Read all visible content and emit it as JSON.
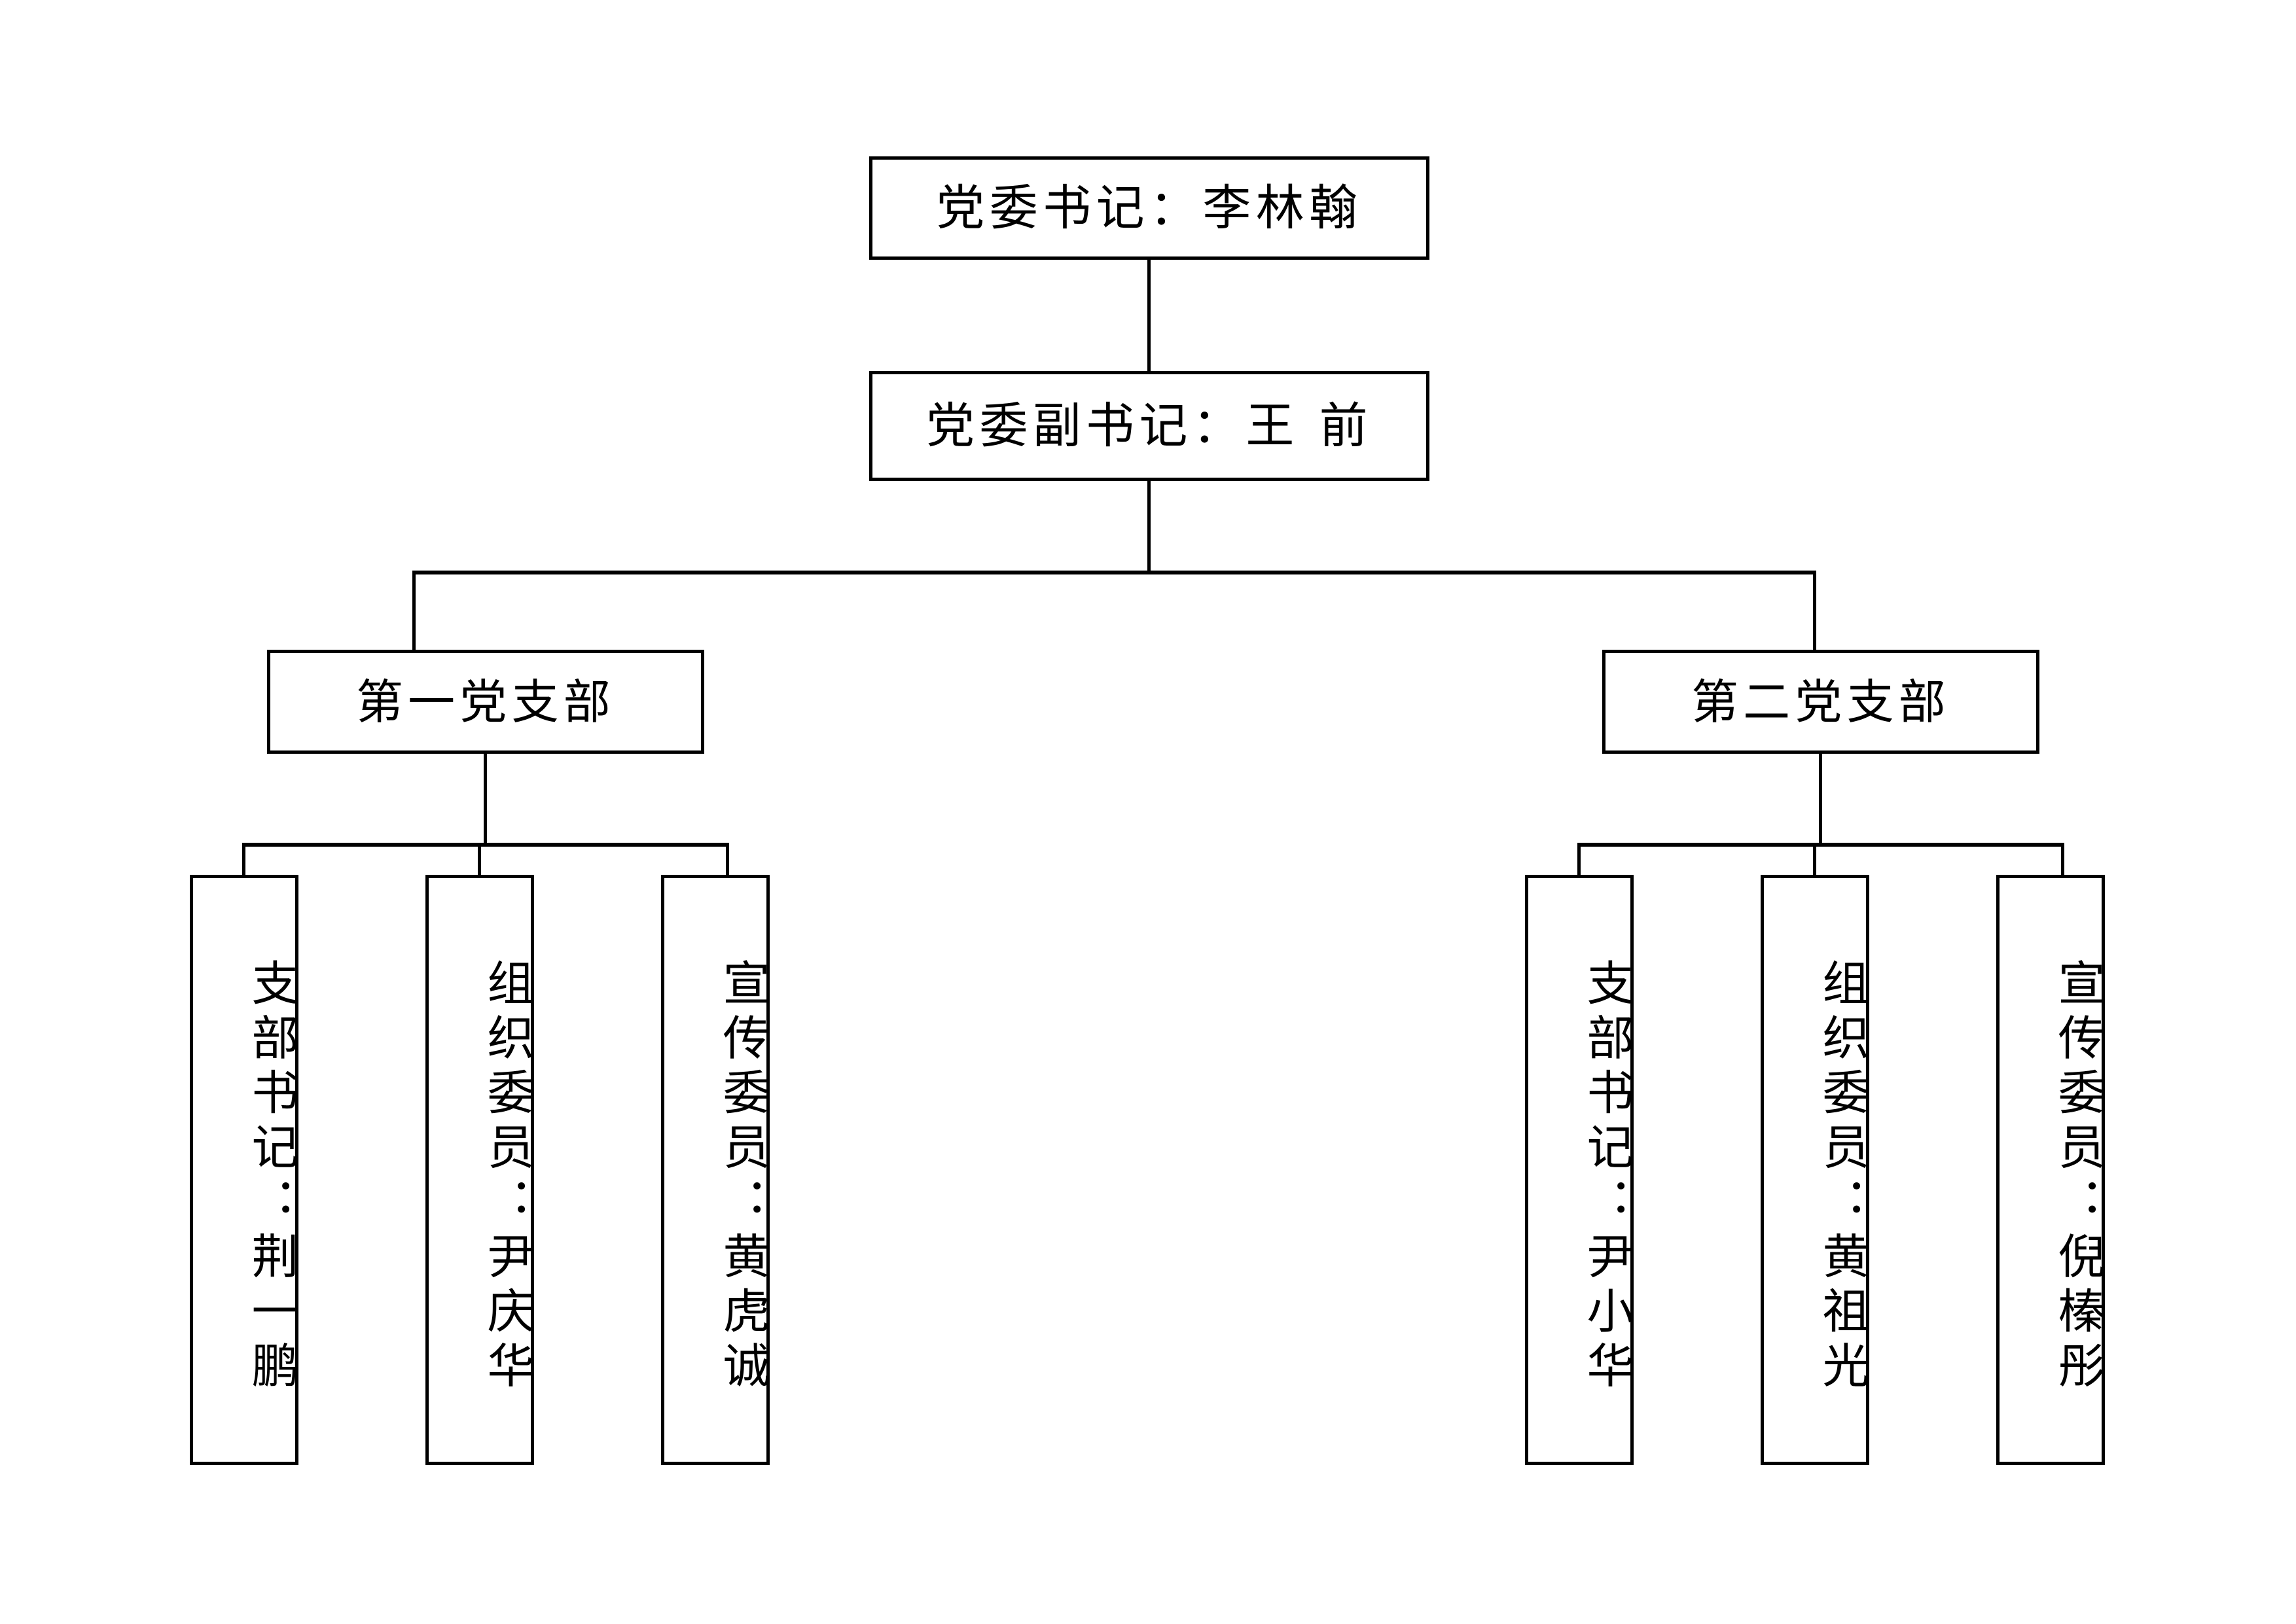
{
  "chart_data": {
    "type": "diagram",
    "title": "党组织机构图",
    "orientation": "top-down",
    "nodes": [
      {
        "id": "n1",
        "level": 1,
        "label": "党委书记：李林翰",
        "role": "党委书记",
        "name": "李林翰",
        "text_direction": "horizontal"
      },
      {
        "id": "n2",
        "level": 2,
        "label": "党委副书记：王 前",
        "role": "党委副书记",
        "name": "王 前",
        "text_direction": "horizontal"
      },
      {
        "id": "n3",
        "level": 3,
        "label": "第一党支部",
        "text_direction": "horizontal"
      },
      {
        "id": "n4",
        "level": 3,
        "label": "第二党支部",
        "text_direction": "horizontal"
      },
      {
        "id": "n5",
        "level": 4,
        "label": "支部书记：荆一鹏",
        "role": "支部书记",
        "name": "荆一鹏",
        "text_direction": "vertical"
      },
      {
        "id": "n6",
        "level": 4,
        "label": "组织委员：尹庆华",
        "role": "组织委员",
        "name": "尹庆华",
        "text_direction": "vertical"
      },
      {
        "id": "n7",
        "level": 4,
        "label": "宣传委员：黄虎诚",
        "role": "宣传委员",
        "name": "黄虎诚",
        "text_direction": "vertical"
      },
      {
        "id": "n8",
        "level": 4,
        "label": "支部书记：尹小华",
        "role": "支部书记",
        "name": "尹小华",
        "text_direction": "vertical"
      },
      {
        "id": "n9",
        "level": 4,
        "label": "组织委员：黄祖光",
        "role": "组织委员",
        "name": "黄祖光",
        "text_direction": "vertical"
      },
      {
        "id": "n10",
        "level": 4,
        "label": "宣传委员：倪榛彤",
        "role": "宣传委员",
        "name": "倪榛彤",
        "text_direction": "vertical"
      }
    ],
    "edges": [
      {
        "from": "n1",
        "to": "n2"
      },
      {
        "from": "n2",
        "to": "n3"
      },
      {
        "from": "n2",
        "to": "n4"
      },
      {
        "from": "n3",
        "to": "n5"
      },
      {
        "from": "n3",
        "to": "n6"
      },
      {
        "from": "n3",
        "to": "n7"
      },
      {
        "from": "n4",
        "to": "n8"
      },
      {
        "from": "n4",
        "to": "n9"
      },
      {
        "from": "n4",
        "to": "n10"
      }
    ],
    "colors": {
      "background": "#ffffff",
      "border": "#000000",
      "text": "#000000"
    }
  },
  "chart": {
    "level1": {
      "label": "党委书记：李林翰"
    },
    "level2": {
      "label": "党委副书记：王 前"
    },
    "branches": [
      {
        "label": "第一党支部"
      },
      {
        "label": "第二党支部"
      }
    ],
    "members": [
      {
        "label": "支部书记：荆一鹏"
      },
      {
        "label": "组织委员：尹庆华"
      },
      {
        "label": "宣传委员：黄虎诚"
      },
      {
        "label": "支部书记：尹小华"
      },
      {
        "label": "组织委员：黄祖光"
      },
      {
        "label": "宣传委员：倪榛彤"
      }
    ]
  }
}
